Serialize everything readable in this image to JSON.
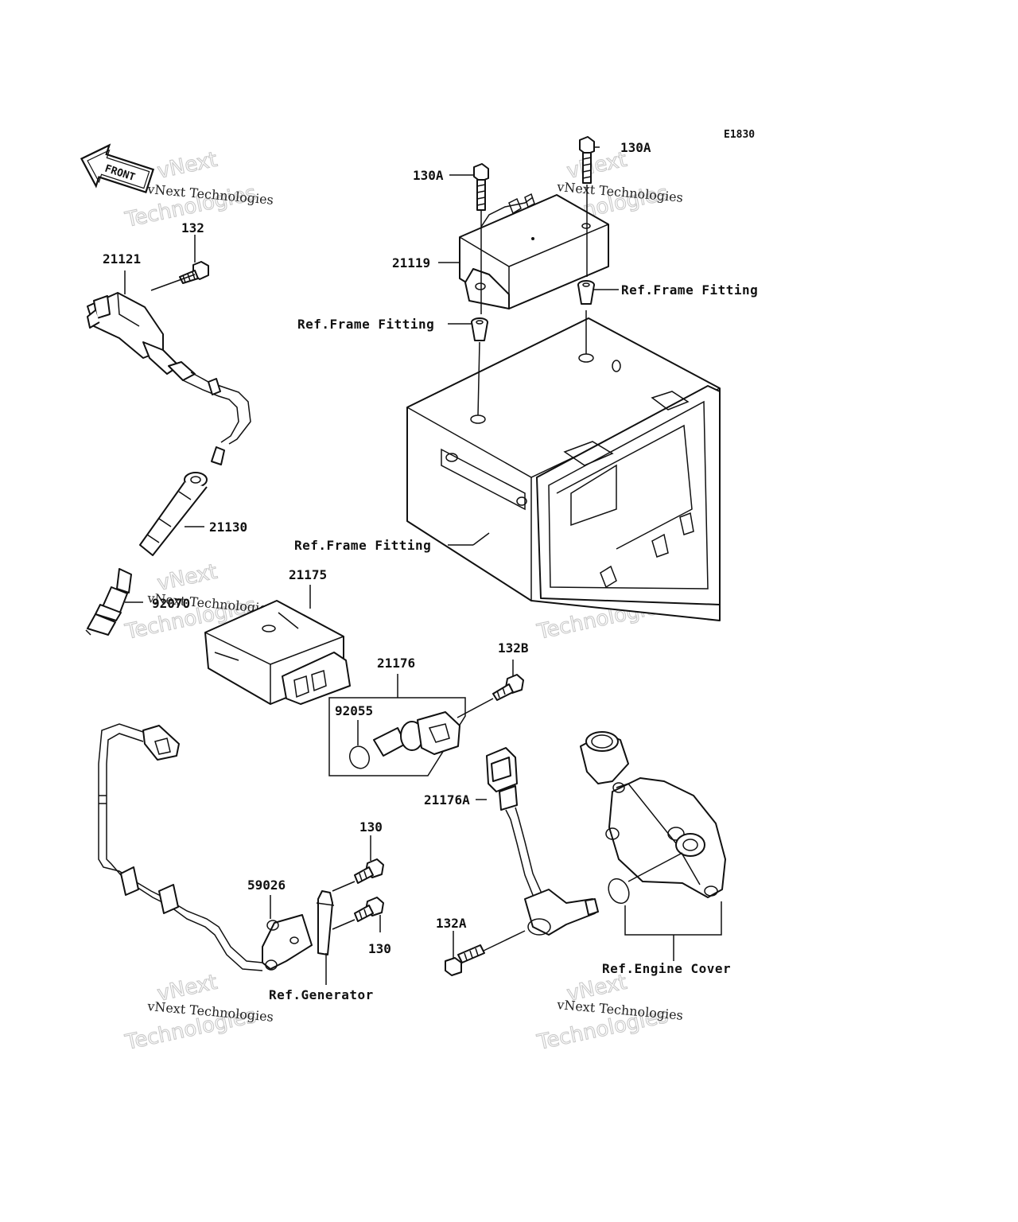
{
  "diagram_code": "E1830",
  "front_badge": "FRONT",
  "watermark": {
    "small": "vNext Technologies",
    "large_top": "vNext",
    "large_bottom": "Technologies"
  },
  "labels": {
    "p_130a_top": "130A",
    "p_130a_left": "130A",
    "p_21119": "21119",
    "p_132": "132",
    "p_21121": "21121",
    "p_21130": "21130",
    "p_92070": "92070",
    "p_21175": "21175",
    "p_21176": "21176",
    "p_92055": "92055",
    "p_132b": "132B",
    "p_21176a": "21176A",
    "p_130_top": "130",
    "p_130_bottom": "130",
    "p_59026": "59026",
    "p_132a": "132A"
  },
  "references": {
    "frame_fitting_right": "Ref.Frame Fitting",
    "frame_fitting_left": "Ref.Frame Fitting",
    "frame_fitting_box": "Ref.Frame Fitting",
    "generator": "Ref.Generator",
    "engine_cover": "Ref.Engine Cover"
  }
}
